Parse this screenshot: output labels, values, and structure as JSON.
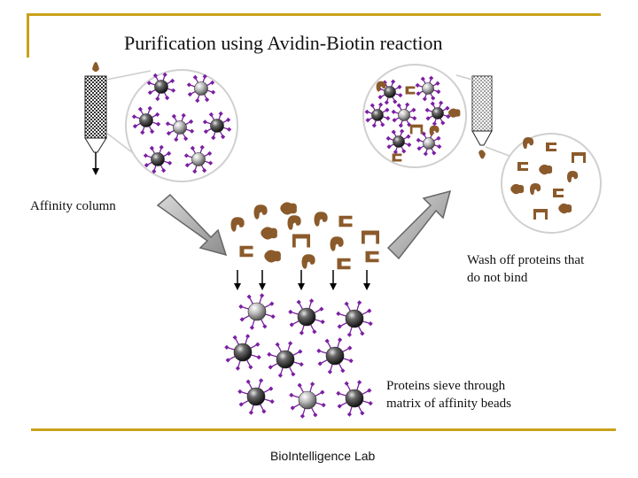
{
  "title": "Purification using Avidin-Biotin reaction",
  "labels": {
    "affinity_column": "Affinity column",
    "wash_line1": "Wash off proteins that",
    "wash_line2": "do not bind",
    "sieve_line1": "Proteins sieve through",
    "sieve_line2": "matrix of affinity beads"
  },
  "footer": "BioIntelligence Lab",
  "colors": {
    "accent_rule": "#c9a21a",
    "protein": "#8b5a2b",
    "biotin_spike": "#7b1fa2",
    "bead_dark": "#2b2b2b",
    "bead_light": "#9a9a9a",
    "arrow_fill": "#a9a9a9"
  }
}
